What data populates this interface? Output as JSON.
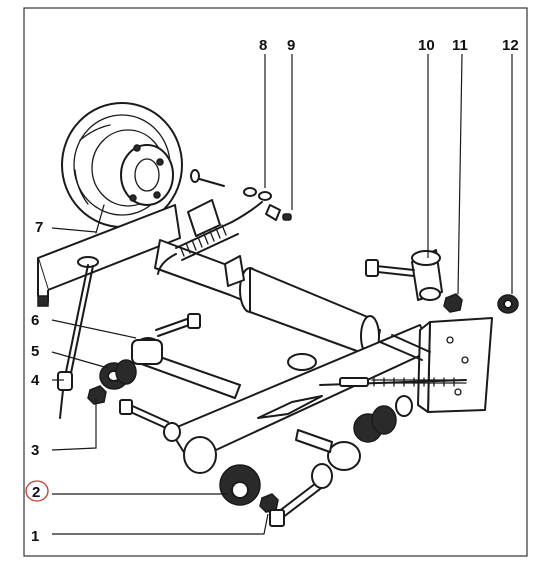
{
  "callouts": {
    "c1": "1",
    "c2": "2",
    "c3": "3",
    "c4": "4",
    "c5": "5",
    "c6": "6",
    "c7": "7",
    "c8": "8",
    "c9": "9",
    "c10": "10",
    "c11": "11",
    "c12": "12"
  },
  "colors": {
    "ink": "#1a1a1a",
    "paper": "#ffffff",
    "highlight_circle": "#c0392b"
  }
}
